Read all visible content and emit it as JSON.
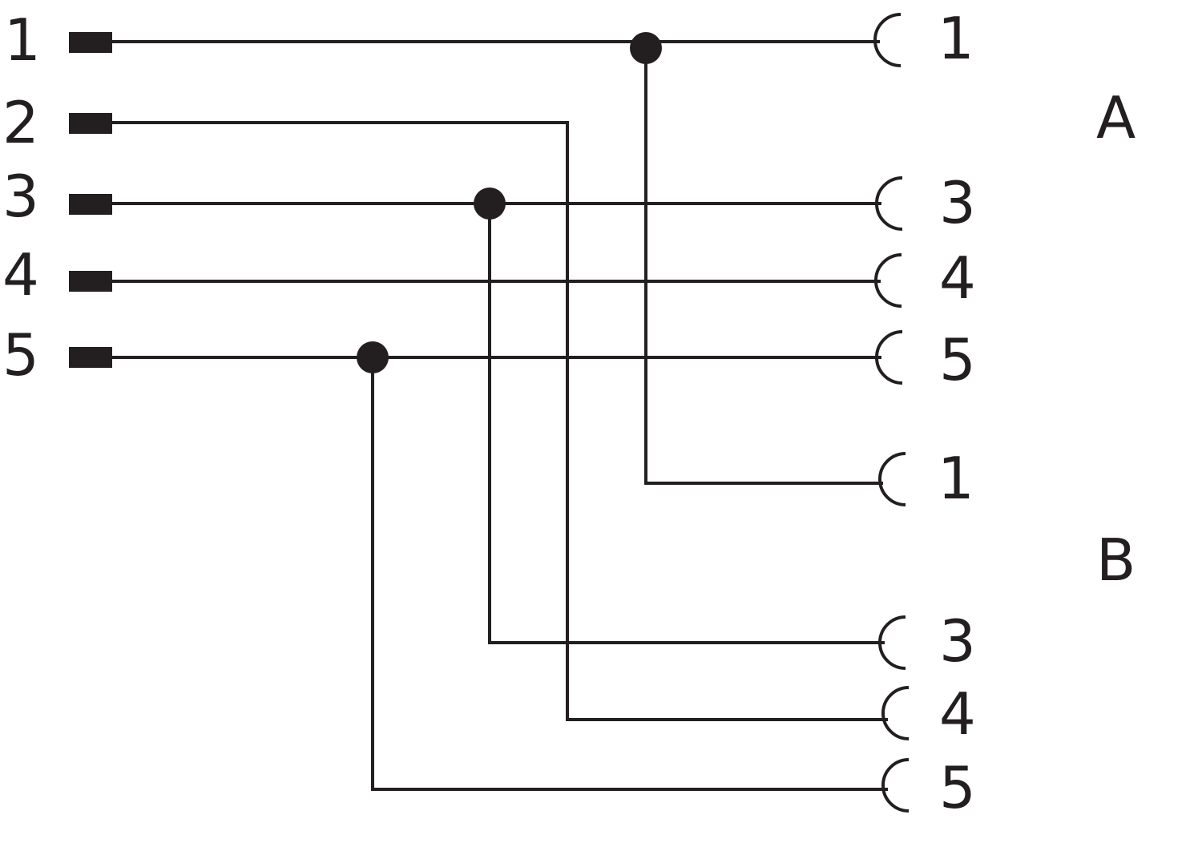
{
  "colors": {
    "ink": "#231f20",
    "background": "#ffffff"
  },
  "left_pins": [
    "1",
    "2",
    "3",
    "4",
    "5"
  ],
  "right_group_a": {
    "name": "A",
    "pins": [
      "1",
      "3",
      "4",
      "5"
    ]
  },
  "right_group_b": {
    "name": "B",
    "pins": [
      "1",
      "3",
      "4",
      "5"
    ]
  },
  "connections": [
    {
      "from": "1",
      "to": [
        "A1",
        "B1"
      ]
    },
    {
      "from": "2",
      "to": [
        "B4"
      ]
    },
    {
      "from": "3",
      "to": [
        "A3",
        "B3"
      ]
    },
    {
      "from": "4",
      "to": [
        "A4"
      ]
    },
    {
      "from": "5",
      "to": [
        "A5",
        "B5"
      ]
    }
  ]
}
